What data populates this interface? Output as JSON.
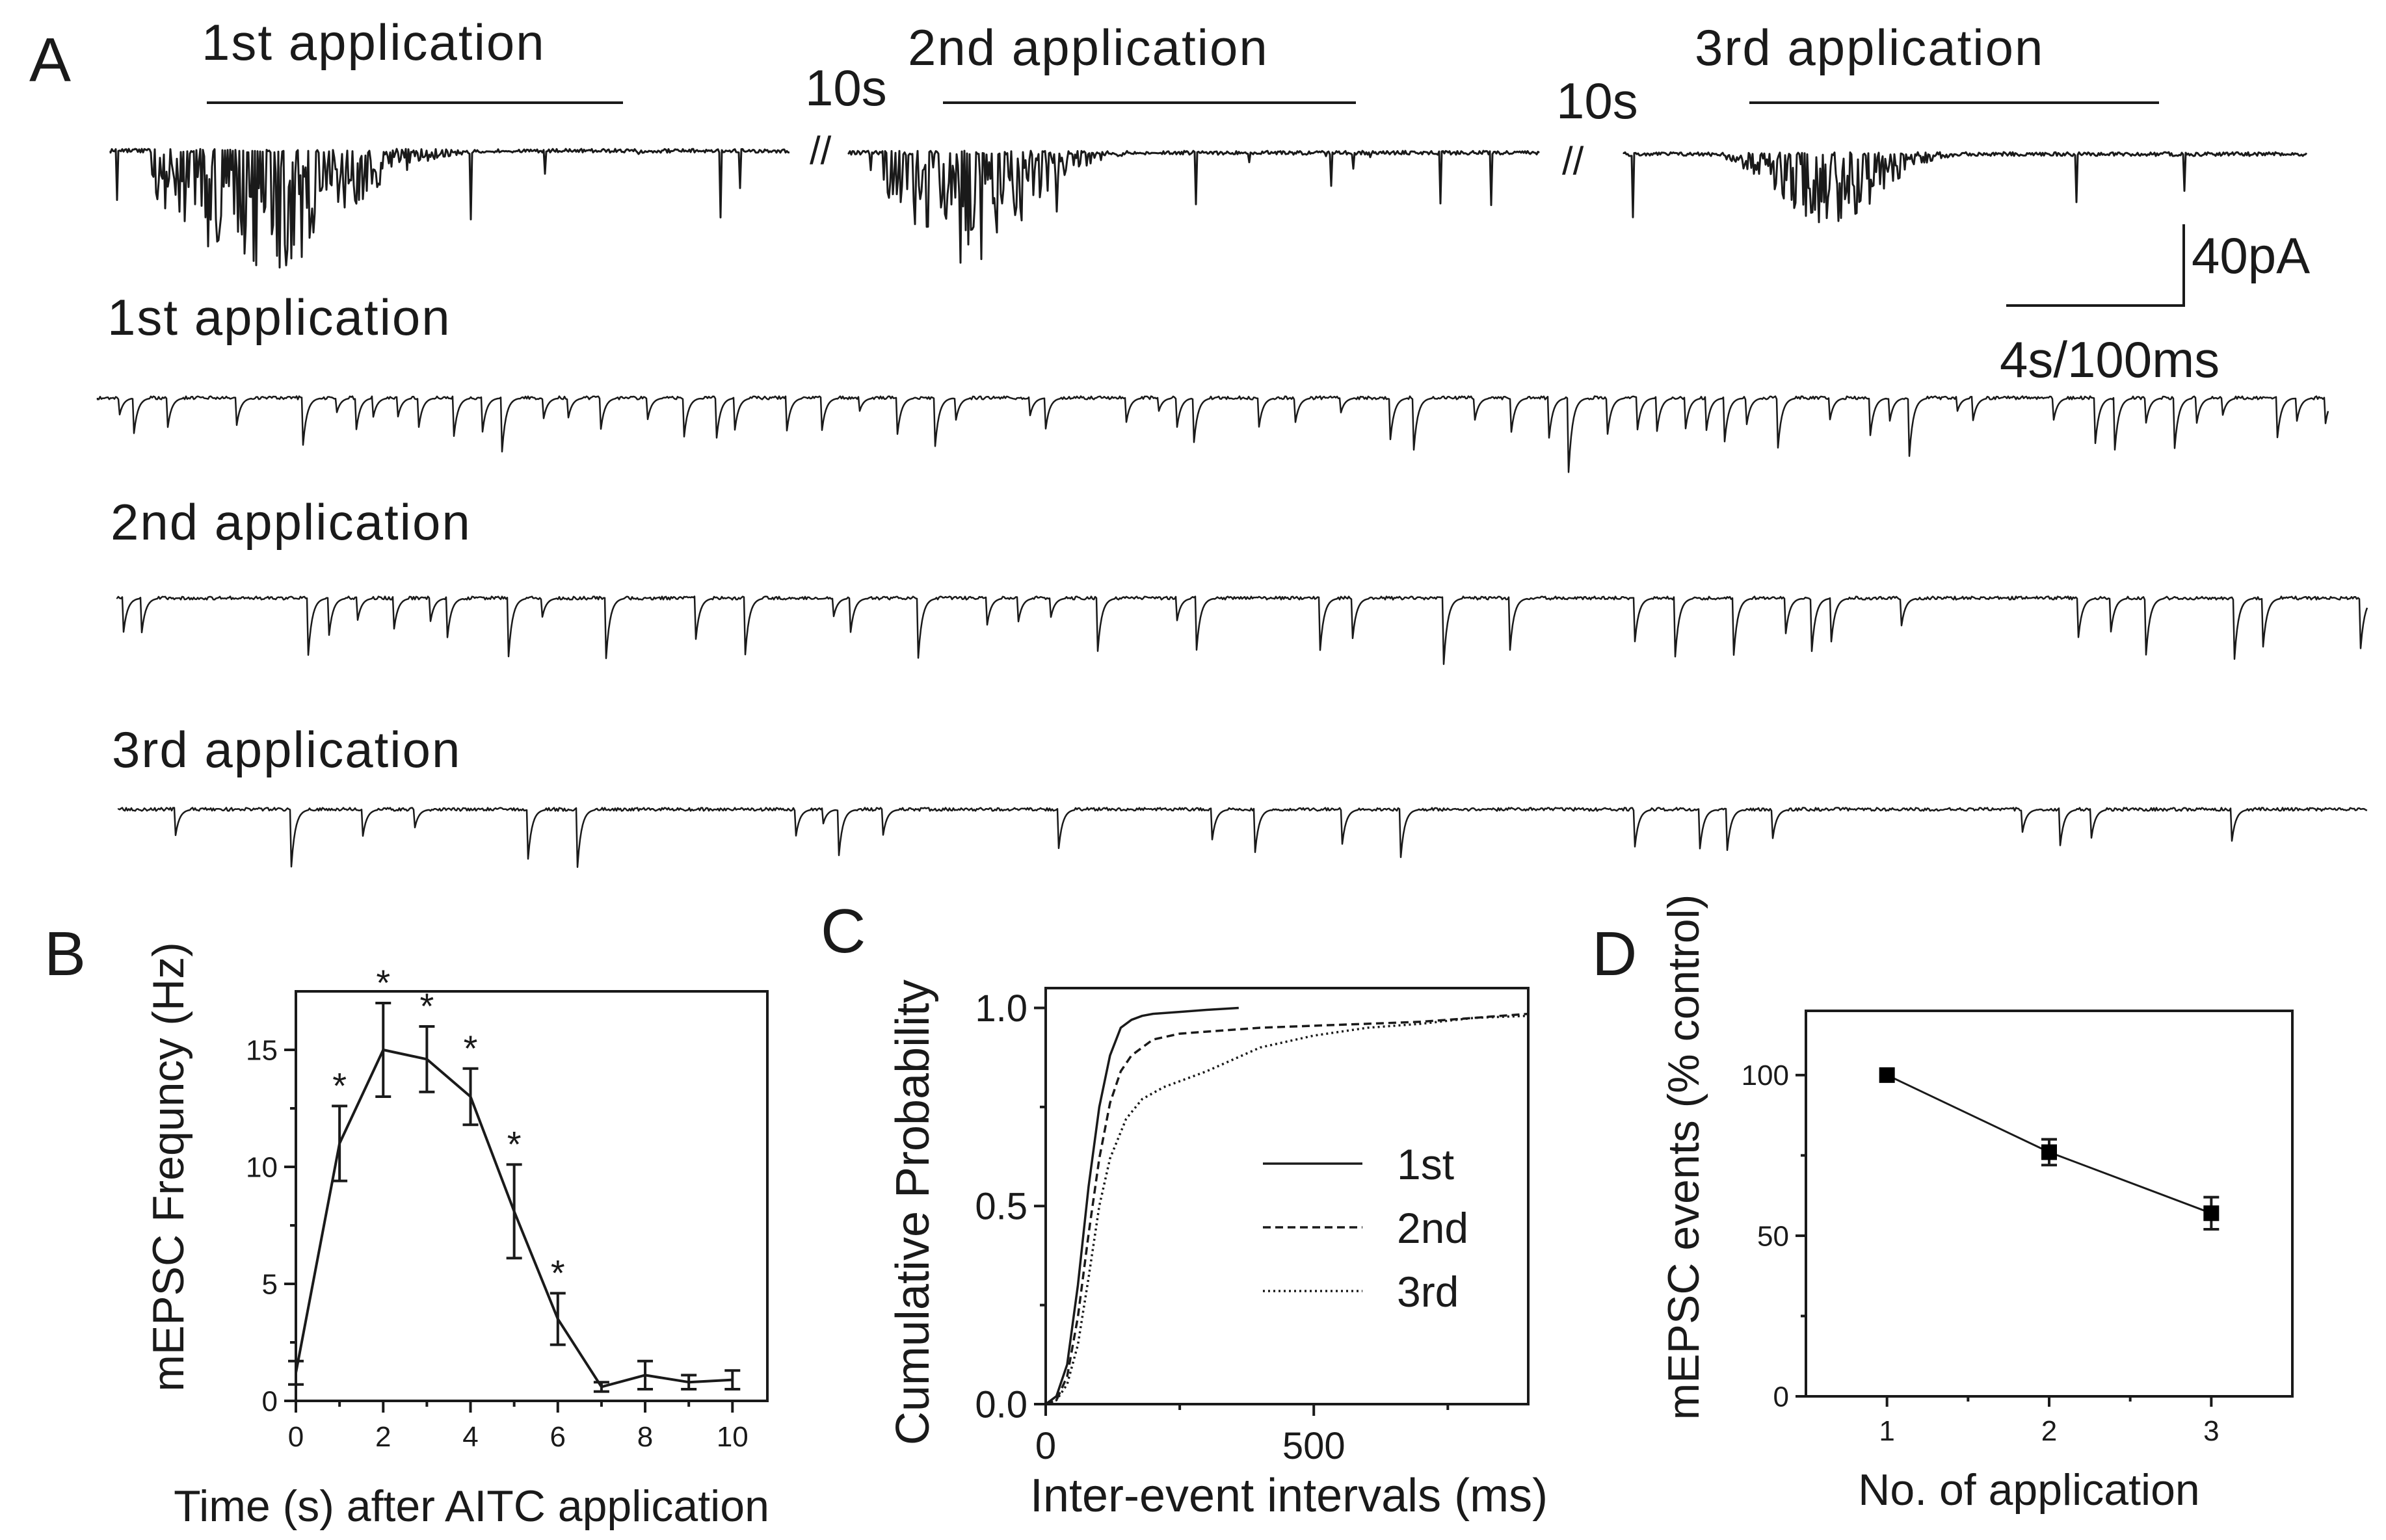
{
  "panel_a": {
    "letter": "A",
    "applications": [
      "1st application",
      "2nd application",
      "3rd application"
    ],
    "gap_labels": [
      "10s",
      "10s"
    ],
    "scale_y_label": "40pA",
    "scale_x_label": "4s/100ms",
    "expanded_labels": [
      "1st application",
      "2nd application",
      "3rd application"
    ]
  },
  "chart_data": [
    {
      "panel": "B",
      "type": "line",
      "xlabel": "Time (s) after AITC application",
      "ylabel": "mEPSC Frequncy (Hz)",
      "xlim": [
        0,
        10.8
      ],
      "ylim": [
        0,
        17.5
      ],
      "xticks": [
        0,
        2,
        4,
        6,
        8,
        10
      ],
      "yticks": [
        0,
        5,
        10,
        15
      ],
      "x": [
        0,
        1,
        2,
        3,
        4,
        5,
        6,
        7,
        8,
        9,
        10
      ],
      "y": [
        1.2,
        11.0,
        15.0,
        14.6,
        13.0,
        8.1,
        3.5,
        0.6,
        1.1,
        0.8,
        0.9
      ],
      "error": [
        0.5,
        1.6,
        2.0,
        1.4,
        1.2,
        2.0,
        1.1,
        0.2,
        0.6,
        0.3,
        0.4
      ],
      "significant": [
        false,
        true,
        true,
        true,
        true,
        true,
        true,
        false,
        false,
        false,
        false
      ],
      "marker_label": "*"
    },
    {
      "panel": "C",
      "type": "line",
      "xlabel": "Inter-event intervals (ms)",
      "ylabel": "Cumulative Probability",
      "xlim": [
        0,
        900
      ],
      "ylim": [
        0,
        1.05
      ],
      "xticks": [
        0,
        500
      ],
      "yticks": [
        0.0,
        0.5,
        1.0
      ],
      "ytick_labels": [
        "0.0",
        "0.5",
        "1.0"
      ],
      "legend_position": "center-right",
      "series": [
        {
          "name": "1st",
          "style": "solid",
          "x": [
            0,
            20,
            40,
            60,
            80,
            100,
            120,
            140,
            160,
            180,
            200,
            250,
            300,
            360
          ],
          "y": [
            0,
            0.02,
            0.1,
            0.3,
            0.55,
            0.75,
            0.88,
            0.95,
            0.97,
            0.98,
            0.985,
            0.99,
            0.995,
            1.0
          ]
        },
        {
          "name": "2nd",
          "style": "dashed",
          "x": [
            0,
            20,
            40,
            60,
            80,
            100,
            120,
            140,
            160,
            200,
            250,
            300,
            400,
            500,
            600,
            700,
            800,
            900
          ],
          "y": [
            0,
            0.01,
            0.07,
            0.22,
            0.43,
            0.62,
            0.76,
            0.84,
            0.88,
            0.92,
            0.935,
            0.94,
            0.95,
            0.955,
            0.96,
            0.965,
            0.975,
            0.985
          ]
        },
        {
          "name": "3rd",
          "style": "dotted",
          "x": [
            0,
            20,
            40,
            60,
            80,
            100,
            120,
            150,
            180,
            220,
            260,
            300,
            400,
            500,
            600,
            700,
            800,
            900
          ],
          "y": [
            0,
            0.01,
            0.05,
            0.15,
            0.32,
            0.5,
            0.62,
            0.72,
            0.77,
            0.8,
            0.82,
            0.84,
            0.9,
            0.93,
            0.95,
            0.96,
            0.975,
            0.98
          ]
        }
      ]
    },
    {
      "panel": "D",
      "type": "line",
      "xlabel": "No. of application",
      "ylabel": "mEPSC events (% control)",
      "xlim": [
        0.5,
        3.5
      ],
      "ylim": [
        0,
        120
      ],
      "xticks": [
        1,
        2,
        3
      ],
      "yticks": [
        0,
        50,
        100
      ],
      "x": [
        1,
        2,
        3
      ],
      "y": [
        100,
        76,
        57
      ],
      "error": [
        0,
        4,
        5
      ]
    }
  ]
}
